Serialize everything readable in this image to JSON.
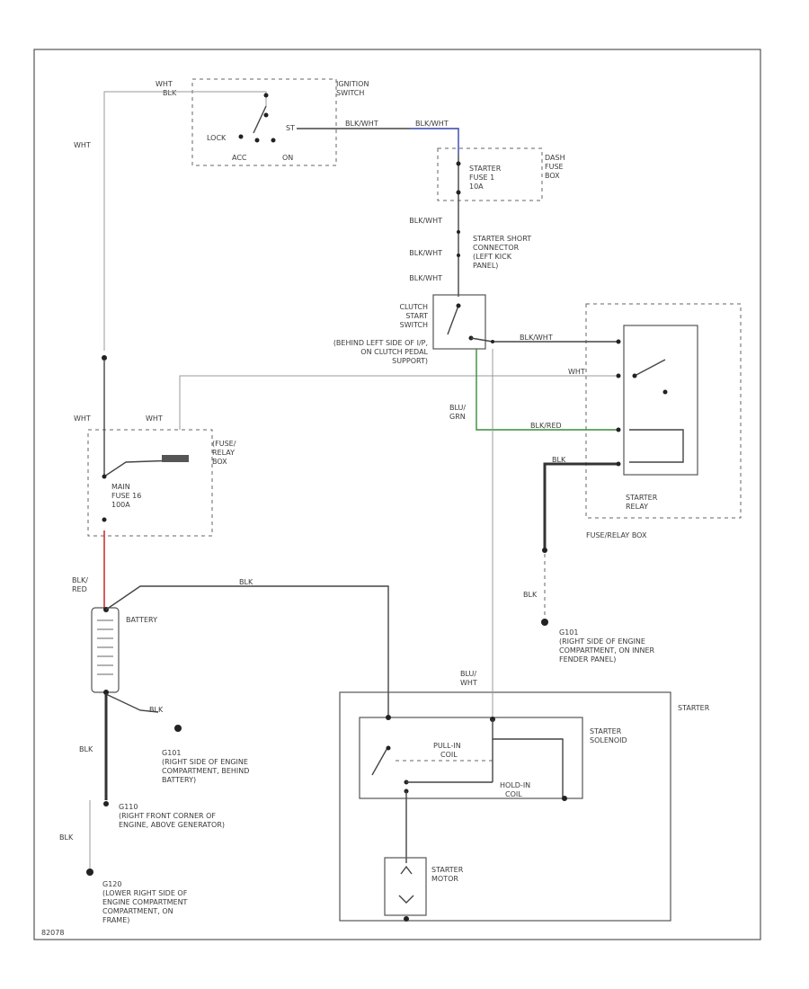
{
  "colors": {
    "wire": "#444444",
    "wire_red": "#cc3333",
    "wire_green": "#3a8a3a",
    "wire_blue": "#3344aa"
  },
  "labels": {
    "wht_blk_top_1": "WHT",
    "wht_blk_top_2": "BLK",
    "ignition_switch_1": "IGNITION",
    "ignition_switch_2": "SWITCH",
    "lock": "LOCK",
    "acc": "ACC",
    "on": "ON",
    "st": "ST",
    "wire_blkwht_top": "BLK/WHT",
    "wire_blkwht_top2": "BLK/WHT",
    "wht_left": "WHT",
    "dash_fuse_1": "DASH",
    "dash_fuse_2": "FUSE",
    "dash_fuse_3": "BOX",
    "starter_fuse_1": "STARTER",
    "starter_fuse_2": "FUSE 1",
    "starter_fuse_3": "10A",
    "blkwht_1": "BLK/WHT",
    "blkwht_2": "BLK/WHT",
    "blkwht_3": "BLK/WHT",
    "short_conn_1": "STARTER SHORT",
    "short_conn_2": "CONNECTOR",
    "short_conn_3": "(LEFT KICK",
    "short_conn_4": "PANEL)",
    "clutch_1": "CLUTCH",
    "clutch_2": "START",
    "clutch_3": "SWITCH",
    "clutch_4": "(BEHIND LEFT SIDE OF I/P,",
    "clutch_5": "ON CLUTCH PEDAL",
    "clutch_6": "SUPPORT)",
    "relay_wire_1": "BLK/WHT",
    "relay_wire_2": "WHT",
    "relay_wire_3": "BLK/RED",
    "relay_wire_4": "BLK",
    "blu_grn_1": "BLU/",
    "blu_grn_2": "GRN",
    "wht_a": "WHT",
    "wht_b": "WHT",
    "under_hood_1": "(FUSE/",
    "under_hood_2": "RELAY",
    "under_hood_3": "BOX",
    "main_fuse_1": "MAIN",
    "main_fuse_2": "FUSE 16",
    "main_fuse_3": "100A",
    "starter_relay_1": "STARTER",
    "starter_relay_2": "RELAY",
    "fuse_relay_box": "FUSE/RELAY BOX",
    "blk_red_1": "BLK/",
    "blk_red_2": "RED",
    "battery": "BATTERY",
    "blk_top": "BLK",
    "blk_right": "BLK",
    "g_right_1": "G101",
    "g_right_2": "(RIGHT SIDE OF ENGINE",
    "g_right_3": "COMPARTMENT, ON INNER",
    "g_right_4": "FENDER PANEL)",
    "blu_wht_1": "BLU/",
    "blu_wht_2": "WHT",
    "starter": "STARTER",
    "solenoid_1": "STARTER",
    "solenoid_2": "SOLENOID",
    "pullin_1": "PULL-IN",
    "pullin_2": "COIL",
    "holdin_1": "HOLD-IN",
    "holdin_2": "COIL",
    "blk_batt": "BLK",
    "g_batt_1": "G101",
    "g_batt_2": "(RIGHT SIDE OF ENGINE",
    "g_batt_3": "COMPARTMENT, BEHIND",
    "g_batt_4": "BATTERY)",
    "blk_left": "BLK",
    "g_front_1": "G110",
    "g_front_2": "(RIGHT FRONT CORNER OF",
    "g_front_3": "ENGINE, ABOVE GENERATOR)",
    "blk_low": "BLK",
    "g_low_1": "G120",
    "g_low_2": "(LOWER RIGHT SIDE OF",
    "g_low_3": "ENGINE COMPARTMENT",
    "g_low_4": "COMPARTMENT, ON",
    "g_low_5": "FRAME)",
    "motor_1": "STARTER",
    "motor_2": "MOTOR",
    "footer": "82078"
  }
}
